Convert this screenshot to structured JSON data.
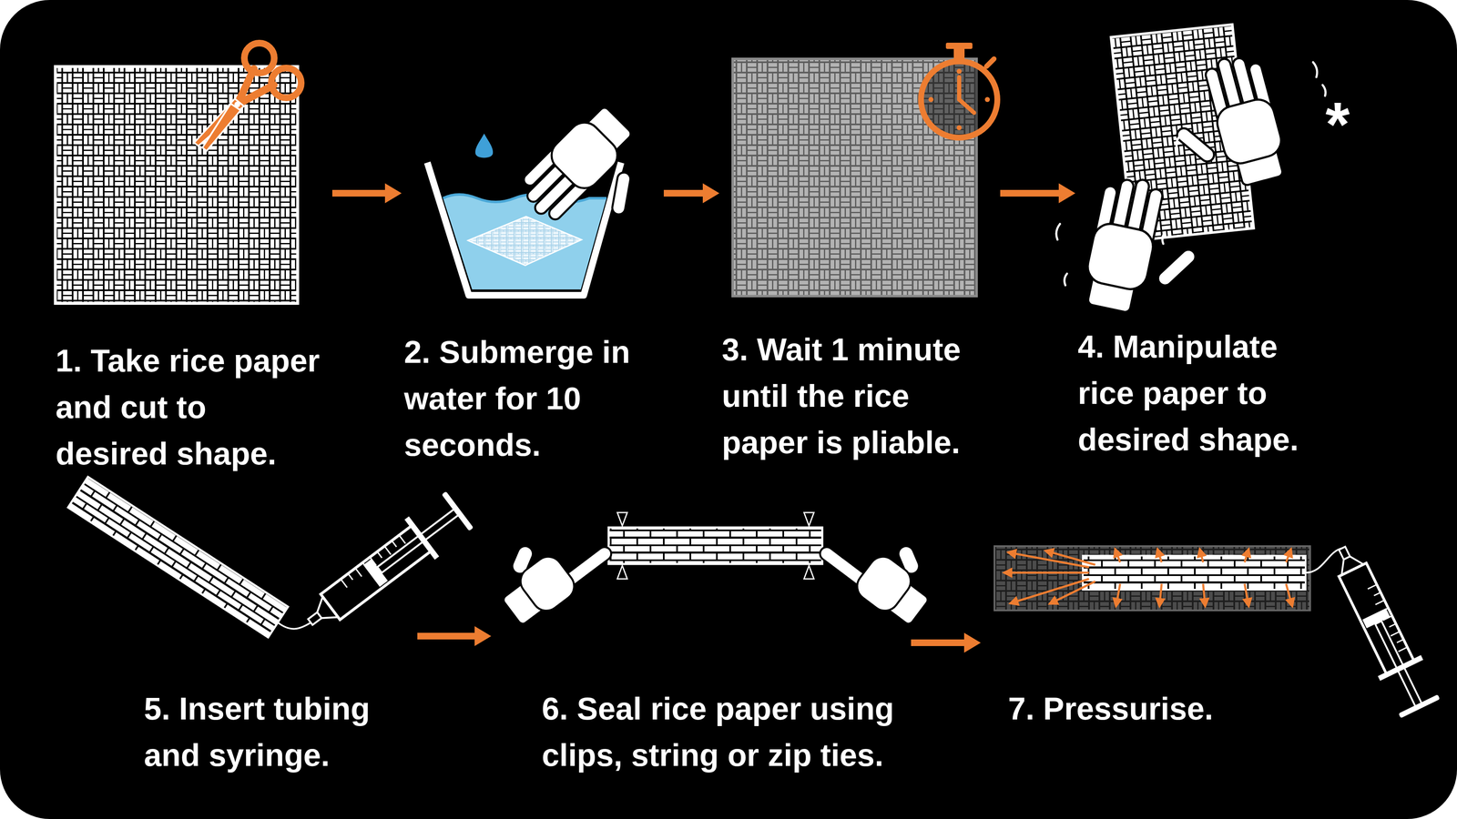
{
  "diagram": {
    "nodes": [
      {
        "text": [
          "1. Take rice paper and cut to desired shape."
        ]
      },
      {
        "text": [
          "2. Submerge in water for 10 seconds."
        ]
      },
      {
        "text": [
          "3. Wait 1 minute until the rice paper is pliable."
        ]
      },
      {
        "text": [
          "4. Manipulate rice paper to desired shape."
        ]
      },
      {
        "text": [
          "5. Insert tubing and syringe."
        ]
      },
      {
        "text": [
          "6. Seal rice paper using clips, string or zip ties."
        ]
      },
      {
        "text": [
          "7. Pressurise."
        ]
      }
    ],
    "edges": [
      {
        "from": 0,
        "to": 1,
        "arrow": "to"
      },
      {
        "from": 1,
        "to": 2,
        "arrow": "to"
      },
      {
        "from": 2,
        "to": 3,
        "arrow": "to"
      },
      {
        "from": 4,
        "to": 5,
        "arrow": "to"
      },
      {
        "from": 5,
        "to": 6,
        "arrow": "to"
      }
    ],
    "labels": [
      "*"
    ]
  }
}
